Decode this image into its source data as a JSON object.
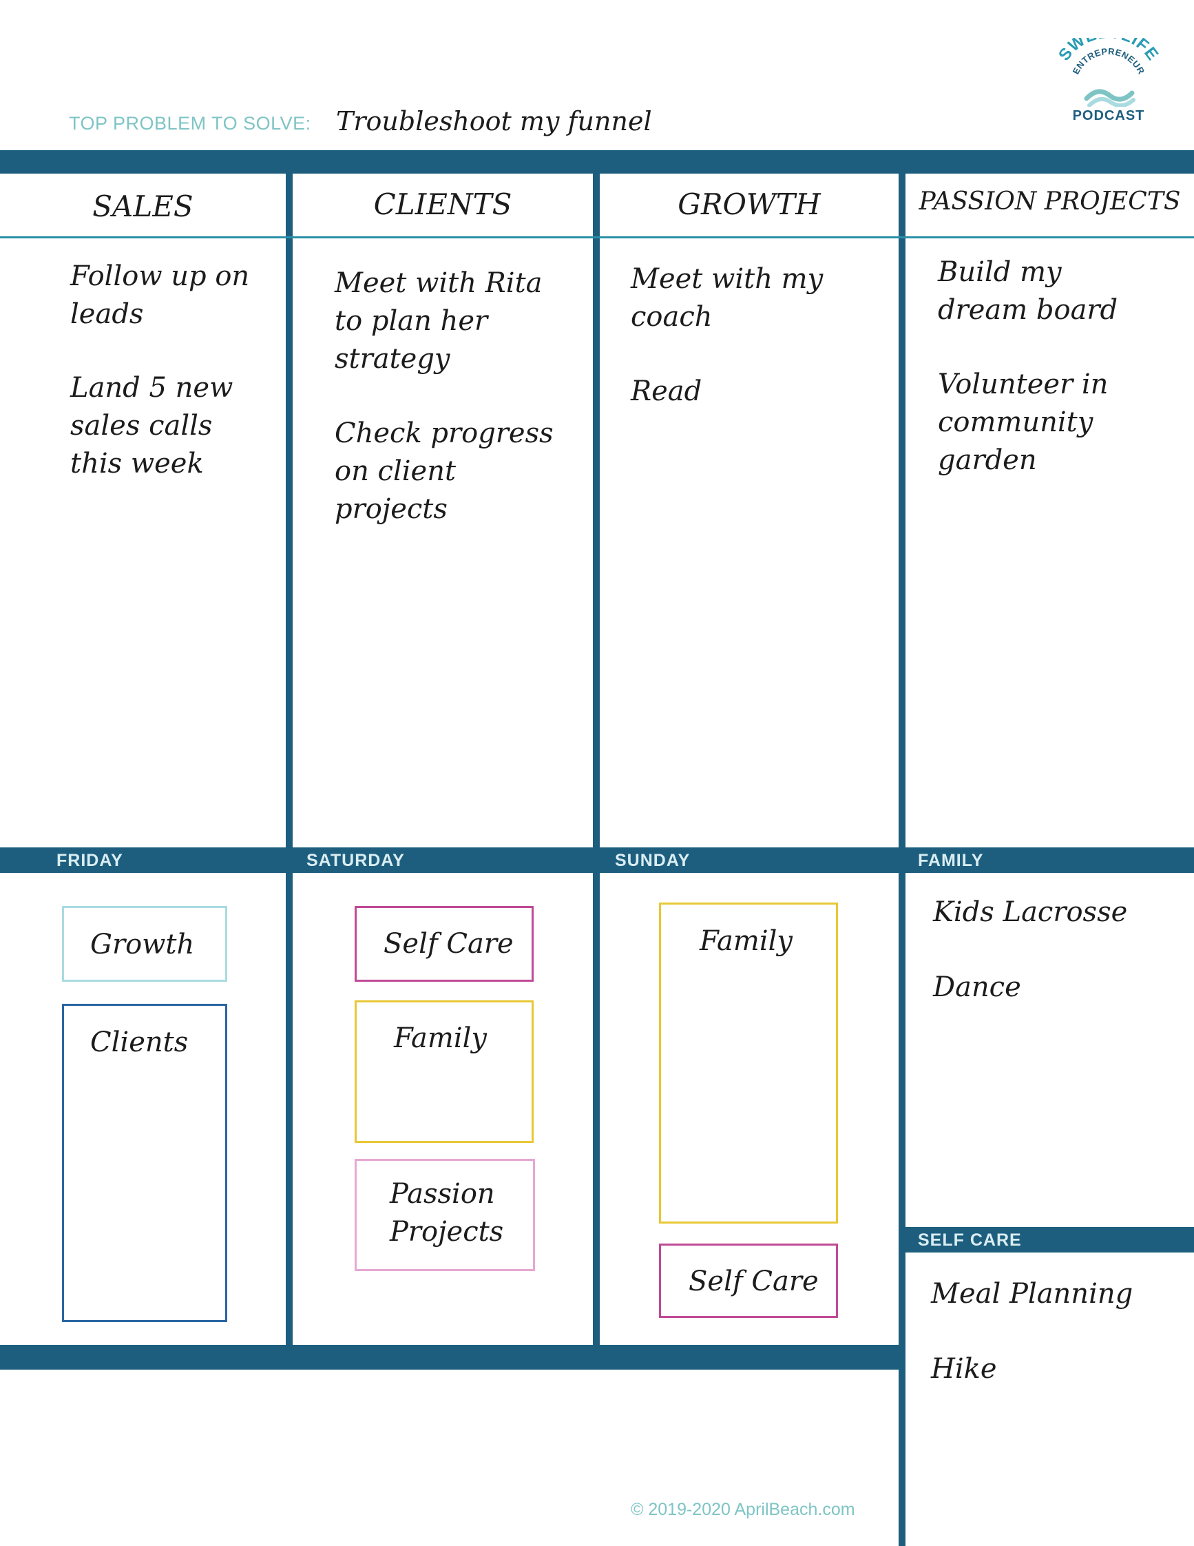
{
  "header": {
    "problem_label": "TOP PROBLEM TO SOLVE:",
    "problem_value": "Troubleshoot my funnel"
  },
  "logo": {
    "word1": "SWEETLIFE",
    "word2": "ENTREPRENEUR",
    "word3": "PODCAST"
  },
  "columns": [
    {
      "title": "SALES",
      "items": [
        "Follow up on\nleads",
        "Land 5 new\nsales calls\nthis week"
      ]
    },
    {
      "title": "CLIENTS",
      "items": [
        "Meet with Rita\nto plan her\nstrategy",
        "Check progress\non client\nprojects"
      ]
    },
    {
      "title": "GROWTH",
      "items": [
        "Meet with my\ncoach",
        "Read"
      ]
    },
    {
      "title": "PASSION PROJECTS",
      "items": [
        "Build my\ndream board",
        "Volunteer in\ncommunity\ngarden"
      ]
    }
  ],
  "days": {
    "friday": {
      "label": "FRIDAY",
      "boxes": [
        "Growth",
        "Clients"
      ]
    },
    "saturday": {
      "label": "SATURDAY",
      "boxes": [
        "Self Care",
        "Family",
        "Passion\nProjects"
      ]
    },
    "sunday": {
      "label": "SUNDAY",
      "boxes": [
        "Family",
        "Self Care"
      ]
    }
  },
  "family": {
    "label": "FAMILY",
    "items": [
      "Kids Lacrosse",
      "Dance"
    ]
  },
  "self_care": {
    "label": "SELF CARE",
    "items": [
      "Meal Planning",
      "Hike"
    ]
  },
  "footer": {
    "copyright": "© 2019-2020 AprilBeach.com"
  },
  "colors": {
    "frame": "#1d5e7e",
    "accent_teal": "#7fc4c4",
    "growth_box": "#a9dbe0",
    "clients_box": "#2a66a3",
    "self_care_box": "#c04a96",
    "family_box": "#e8c837",
    "passion_box": "#e6a9d2"
  }
}
